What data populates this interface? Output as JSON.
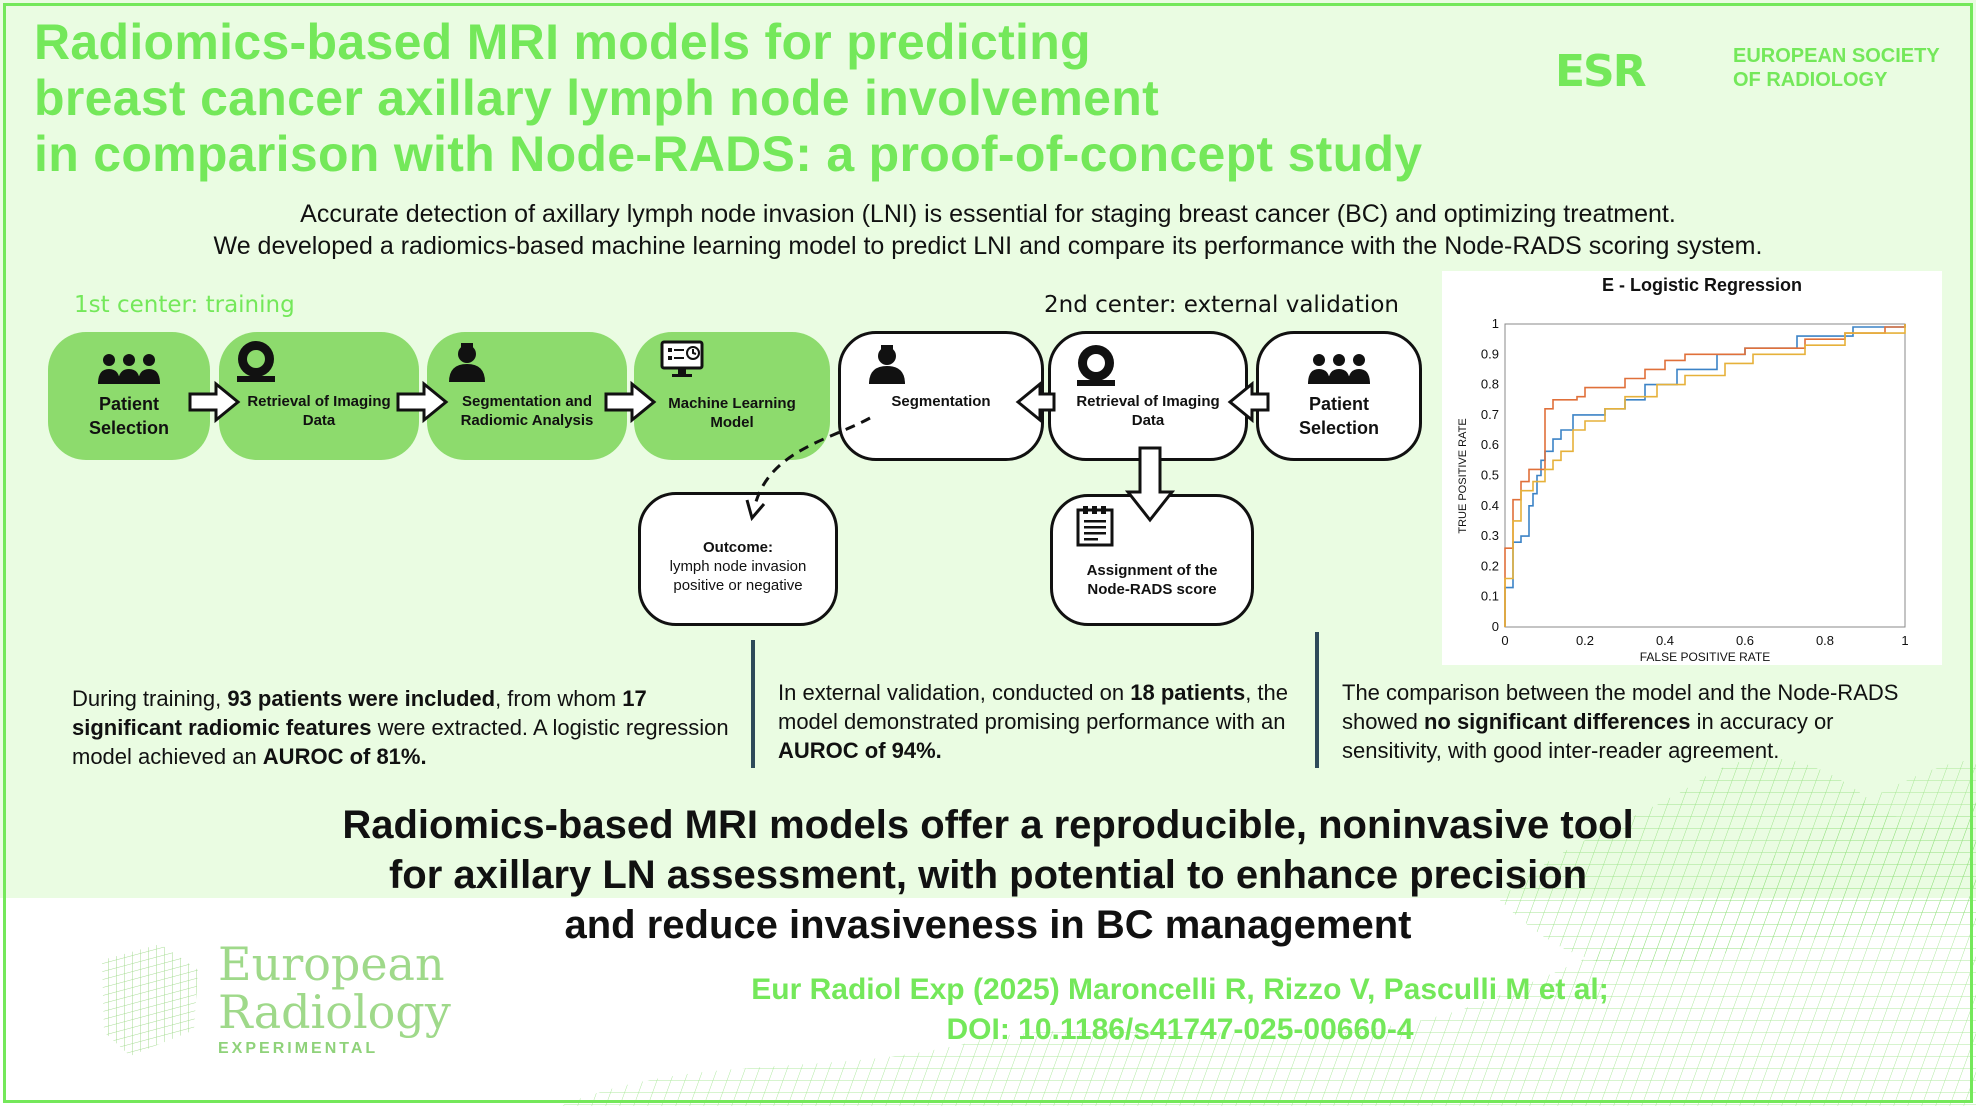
{
  "title_lines": [
    "Radiomics-based MRI models for predicting",
    "breast cancer axillary lymph node involvement",
    "in comparison with Node-RADS: a proof-of-concept study"
  ],
  "esr_logo": {
    "mark": "ESR",
    "line1": "EUROPEAN SOCIETY",
    "line2": "OF RADIOLOGY"
  },
  "intro_lines": [
    "Accurate detection of axillary lymph node invasion (LNI) is essential for staging breast cancer (BC) and optimizing treatment.",
    "We developed a radiomics-based machine learning model to predict LNI and compare its performance with the Node-RADS scoring system."
  ],
  "centers": {
    "first": "1st center: training",
    "second": "2nd center: external validation"
  },
  "flow": {
    "training": {
      "patient_selection": "Patient Selection",
      "retrieval": "Retrieval of Imaging Data",
      "segmentation_analysis": "Segmentation and Radiomic Analysis",
      "ml_model": "Machine Learning Model"
    },
    "validation": {
      "segmentation": "Segmentation",
      "retrieval": "Retrieval of Imaging Data",
      "patient_selection": "Patient Selection",
      "node_rads": "Assignment of the Node-RADS score"
    },
    "outcome": {
      "title": "Outcome:",
      "line1": "lymph node invasion",
      "line2": "positive or negative"
    }
  },
  "chart_data": {
    "type": "line",
    "title": "E - Logistic Regression",
    "xlabel": "FALSE POSITIVE RATE",
    "ylabel": "TRUE POSITIVE RATE",
    "xlim": [
      0,
      1
    ],
    "ylim": [
      0,
      1
    ],
    "x_ticks": [
      "0",
      "0.2",
      "0.4",
      "0.6",
      "0.8",
      "1"
    ],
    "y_ticks": [
      "0",
      "0.1",
      "0.2",
      "0.3",
      "0.4",
      "0.5",
      "0.6",
      "0.7",
      "0.8",
      "0.9",
      "1"
    ],
    "grid": false,
    "series": [
      {
        "color": "#3c83c6",
        "points": [
          [
            0,
            0
          ],
          [
            0,
            0.13
          ],
          [
            0.02,
            0.13
          ],
          [
            0.02,
            0.28
          ],
          [
            0.04,
            0.28
          ],
          [
            0.04,
            0.3
          ],
          [
            0.06,
            0.3
          ],
          [
            0.06,
            0.4
          ],
          [
            0.07,
            0.4
          ],
          [
            0.07,
            0.44
          ],
          [
            0.08,
            0.44
          ],
          [
            0.08,
            0.5
          ],
          [
            0.09,
            0.5
          ],
          [
            0.09,
            0.55
          ],
          [
            0.1,
            0.55
          ],
          [
            0.1,
            0.58
          ],
          [
            0.12,
            0.58
          ],
          [
            0.12,
            0.62
          ],
          [
            0.14,
            0.62
          ],
          [
            0.14,
            0.65
          ],
          [
            0.17,
            0.65
          ],
          [
            0.17,
            0.7
          ],
          [
            0.25,
            0.7
          ],
          [
            0.25,
            0.72
          ],
          [
            0.3,
            0.72
          ],
          [
            0.3,
            0.75
          ],
          [
            0.35,
            0.75
          ],
          [
            0.35,
            0.8
          ],
          [
            0.43,
            0.8
          ],
          [
            0.43,
            0.85
          ],
          [
            0.53,
            0.85
          ],
          [
            0.53,
            0.9
          ],
          [
            0.6,
            0.9
          ],
          [
            0.6,
            0.92
          ],
          [
            0.73,
            0.92
          ],
          [
            0.73,
            0.96
          ],
          [
            0.87,
            0.96
          ],
          [
            0.87,
            0.99
          ],
          [
            1,
            0.99
          ],
          [
            1,
            1
          ]
        ]
      },
      {
        "color": "#e0703a",
        "points": [
          [
            0,
            0
          ],
          [
            0,
            0.26
          ],
          [
            0.02,
            0.26
          ],
          [
            0.02,
            0.42
          ],
          [
            0.04,
            0.42
          ],
          [
            0.04,
            0.48
          ],
          [
            0.06,
            0.48
          ],
          [
            0.06,
            0.52
          ],
          [
            0.1,
            0.52
          ],
          [
            0.1,
            0.62
          ],
          [
            0.1,
            0.72
          ],
          [
            0.12,
            0.72
          ],
          [
            0.12,
            0.75
          ],
          [
            0.18,
            0.75
          ],
          [
            0.18,
            0.76
          ],
          [
            0.2,
            0.76
          ],
          [
            0.2,
            0.79
          ],
          [
            0.3,
            0.79
          ],
          [
            0.3,
            0.82
          ],
          [
            0.35,
            0.82
          ],
          [
            0.35,
            0.85
          ],
          [
            0.4,
            0.85
          ],
          [
            0.4,
            0.88
          ],
          [
            0.45,
            0.88
          ],
          [
            0.45,
            0.9
          ],
          [
            0.6,
            0.9
          ],
          [
            0.6,
            0.92
          ],
          [
            0.75,
            0.92
          ],
          [
            0.75,
            0.95
          ],
          [
            0.85,
            0.95
          ],
          [
            0.85,
            0.97
          ],
          [
            0.95,
            0.97
          ],
          [
            0.95,
            0.99
          ],
          [
            1,
            0.99
          ],
          [
            1,
            1
          ]
        ]
      },
      {
        "color": "#e6b13a",
        "points": [
          [
            0,
            0
          ],
          [
            0,
            0.16
          ],
          [
            0.02,
            0.16
          ],
          [
            0.02,
            0.35
          ],
          [
            0.04,
            0.35
          ],
          [
            0.04,
            0.45
          ],
          [
            0.07,
            0.45
          ],
          [
            0.07,
            0.48
          ],
          [
            0.1,
            0.48
          ],
          [
            0.1,
            0.52
          ],
          [
            0.12,
            0.52
          ],
          [
            0.12,
            0.55
          ],
          [
            0.14,
            0.55
          ],
          [
            0.14,
            0.58
          ],
          [
            0.17,
            0.58
          ],
          [
            0.17,
            0.65
          ],
          [
            0.2,
            0.65
          ],
          [
            0.2,
            0.68
          ],
          [
            0.25,
            0.68
          ],
          [
            0.25,
            0.72
          ],
          [
            0.3,
            0.72
          ],
          [
            0.3,
            0.76
          ],
          [
            0.38,
            0.76
          ],
          [
            0.38,
            0.8
          ],
          [
            0.45,
            0.8
          ],
          [
            0.45,
            0.83
          ],
          [
            0.55,
            0.83
          ],
          [
            0.55,
            0.87
          ],
          [
            0.62,
            0.87
          ],
          [
            0.62,
            0.9
          ],
          [
            0.75,
            0.9
          ],
          [
            0.75,
            0.93
          ],
          [
            0.85,
            0.93
          ],
          [
            0.85,
            0.97
          ],
          [
            1,
            0.97
          ],
          [
            1,
            1
          ]
        ]
      }
    ]
  },
  "results": {
    "training": {
      "p1": "During training, ",
      "b1": "93 patients were included",
      "p2": ", from whom ",
      "b2": "17 significant radiomic features",
      "p3": " were extracted. A logistic regression model achieved an ",
      "b3": "AUROC of 81%."
    },
    "validation": {
      "p1": "In external validation, conducted on ",
      "b1": "18 patients",
      "p2": ", the model demonstrated promising performance with an ",
      "b2": "AUROC of 94%."
    },
    "comparison": {
      "p1": "The comparison between the model and the Node-RADS showed ",
      "b1": "no significant differences",
      "p2": " in accuracy or sensitivity, with good inter-reader agreement."
    }
  },
  "conclusion_lines": [
    "Radiomics-based MRI models offer a reproducible, noninvasive tool",
    "for axillary LN assessment, with potential to enhance precision",
    "and reduce invasiveness in BC management"
  ],
  "journal_logo": {
    "line1": "European",
    "line2": "Radiology",
    "line3": "EXPERIMENTAL"
  },
  "citation_lines": [
    "Eur Radiol Exp (2025) Maroncelli R, Rizzo V, Pasculli M et al;",
    "DOI: 10.1186/s41747-025-00660-4"
  ],
  "colors": {
    "brand_green": "#74e85a",
    "background_green": "#eafce2",
    "pill_green": "#8ddb6d"
  }
}
